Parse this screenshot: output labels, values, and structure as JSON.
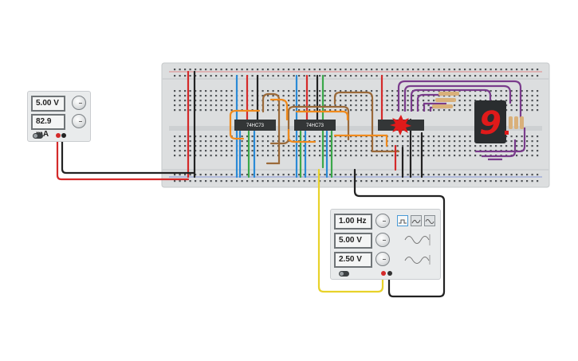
{
  "power_supply": {
    "voltage_display": "5.00 V",
    "current_display": "82.9 mA"
  },
  "breadboard": {
    "chips": [
      {
        "label": "74HC73"
      },
      {
        "label": "74HC73"
      }
    ],
    "seven_segment_digit": "9"
  },
  "function_generator": {
    "frequency_display": "1.00 Hz",
    "amplitude_display": "5.00 V",
    "offset_display": "2.50 V"
  },
  "colors": {
    "red_wire": "#d42a2a",
    "black_wire": "#222222",
    "yellow_wire": "#e8d22a",
    "orange_wire": "#f08a1c",
    "brown_wire": "#9b6a3a",
    "purple_wire": "#7a3c8c",
    "blue_wire": "#2a8ad6",
    "green_wire": "#3aa84a",
    "segment_red": "#e01a1a"
  }
}
